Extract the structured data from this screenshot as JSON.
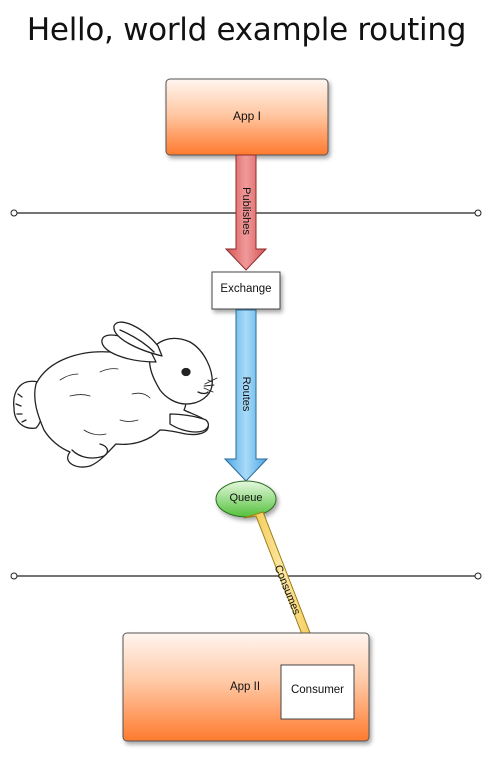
{
  "title": "Hello, world example routing",
  "nodes": {
    "app1": "App I",
    "exchange": "Exchange",
    "queue": "Queue",
    "app2": "App II",
    "consumer": "Consumer"
  },
  "edges": {
    "publishes": "Publishes",
    "routes": "Routes",
    "consumes": "Consumes"
  },
  "colors": {
    "app_top": "#fff3ec",
    "app_bottom": "#ff7a2e",
    "publish_arrow": "#e36a6a",
    "route_arrow": "#6cb8ea",
    "consume_arrow": "#f5d060",
    "queue_fill": "#6fce5a"
  },
  "image": "rabbit-illustration"
}
